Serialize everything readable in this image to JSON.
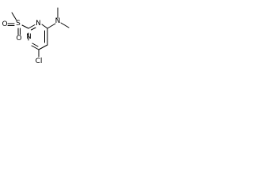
{
  "structure": {
    "atoms": {
      "n_amine": "N",
      "n_ring_right": "N",
      "n_ring_left": "N",
      "s_sulfonyl": "S",
      "o_top": "O",
      "o_bottom": "O",
      "cl": "Cl"
    }
  }
}
